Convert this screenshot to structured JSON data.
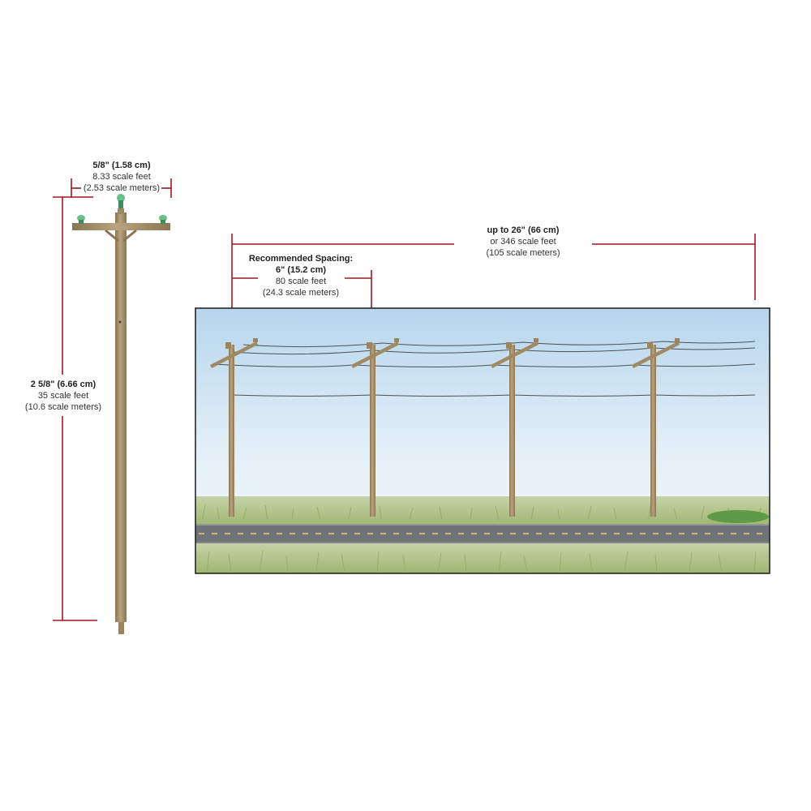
{
  "colors": {
    "dimension_line": "#a01820",
    "wood": "#a8916a",
    "sky_top": "#bcd9ee",
    "grass": "#a9bd7e",
    "road": "#6f7276"
  },
  "dimensions": {
    "crossarm_width": {
      "main": "5/8\" (1.58 cm)",
      "scale_feet": "8.33 scale feet",
      "scale_meters": "(2.53 scale meters)"
    },
    "pole_height": {
      "main": "2 5/8\" (6.66 cm)",
      "scale_feet": "35 scale feet",
      "scale_meters": "(10.6 scale meters)"
    },
    "recommended_spacing": {
      "title": "Recommended Spacing:",
      "main": "6\" (15.2 cm)",
      "scale_feet": "80 scale feet",
      "scale_meters": "(24.3 scale meters)"
    },
    "total_run": {
      "main": "up to 26\" (66 cm)",
      "scale_feet": "or 346 scale feet",
      "scale_meters": "(105 scale meters)"
    }
  }
}
